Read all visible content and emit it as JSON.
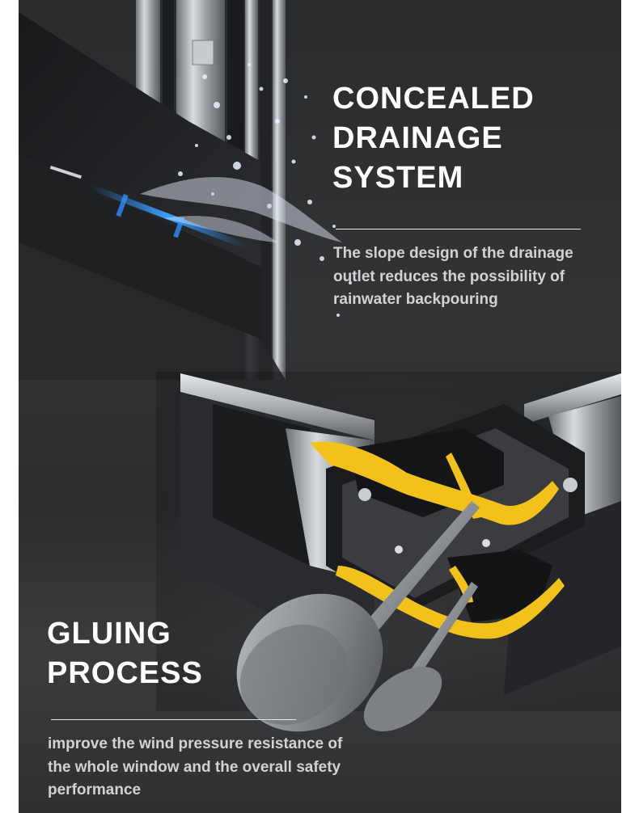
{
  "sections": [
    {
      "title_lines": [
        "CONCEALED",
        "DRAINAGE",
        "SYSTEM"
      ],
      "description": "The slope design of the drainage outlet reduces the possibility of rainwater backpouring"
    },
    {
      "title_lines": [
        "GLUING",
        "PROCESS"
      ],
      "description": "improve the wind pressure resistance of the whole window and the overall safety performance"
    }
  ],
  "colors": {
    "background": "#2e2f31",
    "heading": "#ffffff",
    "body_text": "#d2d2d2",
    "sealant_yellow": "#f2c21b",
    "light_accent": "#2f8dff"
  },
  "icons": [
    "window-frame-illustration",
    "water-splash-illustration",
    "corner-joint-illustration",
    "glue-gun-illustration"
  ]
}
